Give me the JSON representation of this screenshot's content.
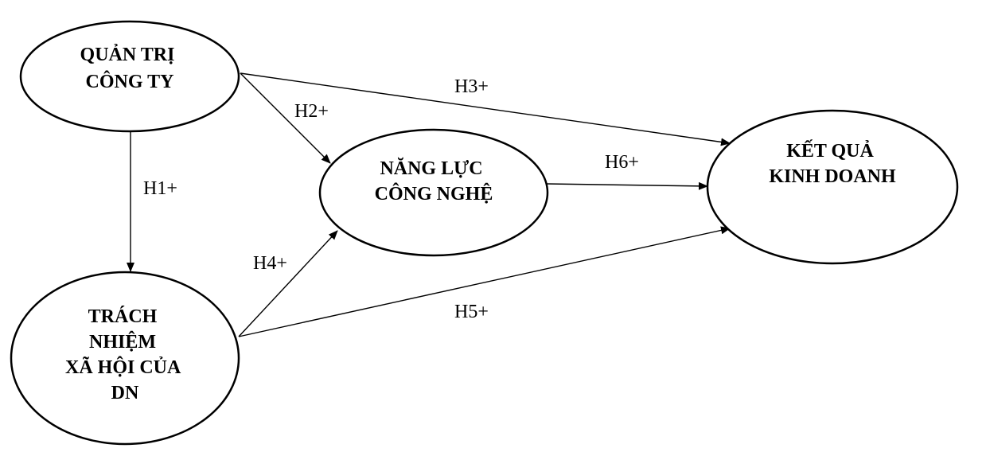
{
  "colors": {
    "background": "#ffffff",
    "stroke": "#000000",
    "text": "#000000"
  },
  "nodes": {
    "corporate_governance": {
      "lines": [
        "QUẢN TRỊ",
        "CÔNG TY"
      ]
    },
    "csr": {
      "lines": [
        "TRÁCH",
        "NHIỆM",
        "XÃ HỘI CỦA",
        "DN"
      ]
    },
    "tech_capability": {
      "lines": [
        "NĂNG LỰC",
        "CÔNG NGHỆ"
      ]
    },
    "business_performance": {
      "lines": [
        "KẾT QUẢ",
        "KINH DOANH"
      ]
    }
  },
  "edges": {
    "h1": {
      "from": "corporate_governance",
      "to": "csr",
      "label": "H1+"
    },
    "h2": {
      "from": "corporate_governance",
      "to": "tech_capability",
      "label": "H2+"
    },
    "h3": {
      "from": "corporate_governance",
      "to": "business_performance",
      "label": "H3+"
    },
    "h4": {
      "from": "csr",
      "to": "tech_capability",
      "label": "H4+"
    },
    "h5": {
      "from": "csr",
      "to": "business_performance",
      "label": "H5+"
    },
    "h6": {
      "from": "tech_capability",
      "to": "business_performance",
      "label": "H6+"
    }
  }
}
